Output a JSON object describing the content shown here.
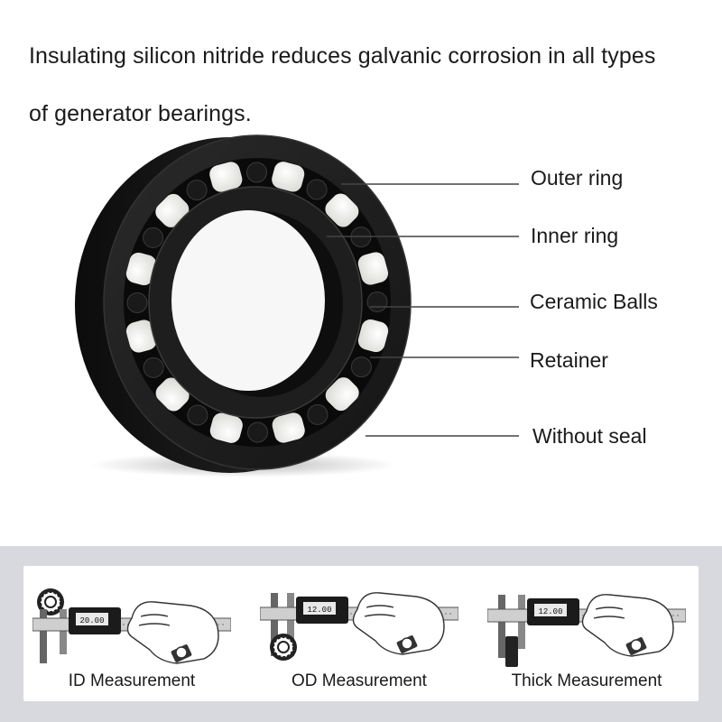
{
  "headline": {
    "line1": "Insulating silicon nitride reduces galvanic corrosion in all types",
    "line2": "of generator bearings."
  },
  "callouts": [
    {
      "id": "outer-ring",
      "label": "Outer ring"
    },
    {
      "id": "inner-ring",
      "label": "Inner ring"
    },
    {
      "id": "ceramic-balls",
      "label": "Ceramic Balls"
    },
    {
      "id": "retainer",
      "label": "Retainer"
    },
    {
      "id": "without-seal",
      "label": "Without seal"
    }
  ],
  "measurements": [
    {
      "label": "ID Measurement",
      "display": "20.00"
    },
    {
      "label": "OD Measurement",
      "display": "12.00"
    },
    {
      "label": "Thick Measurement",
      "display": "12.00"
    }
  ],
  "colors": {
    "ring": "#1c1c1c",
    "ball": "#f4f4f2",
    "panel_bg": "#d8d8df"
  },
  "icons": [
    "bearing-illustration",
    "caliper-icon",
    "hand-icon",
    "watch-icon"
  ]
}
